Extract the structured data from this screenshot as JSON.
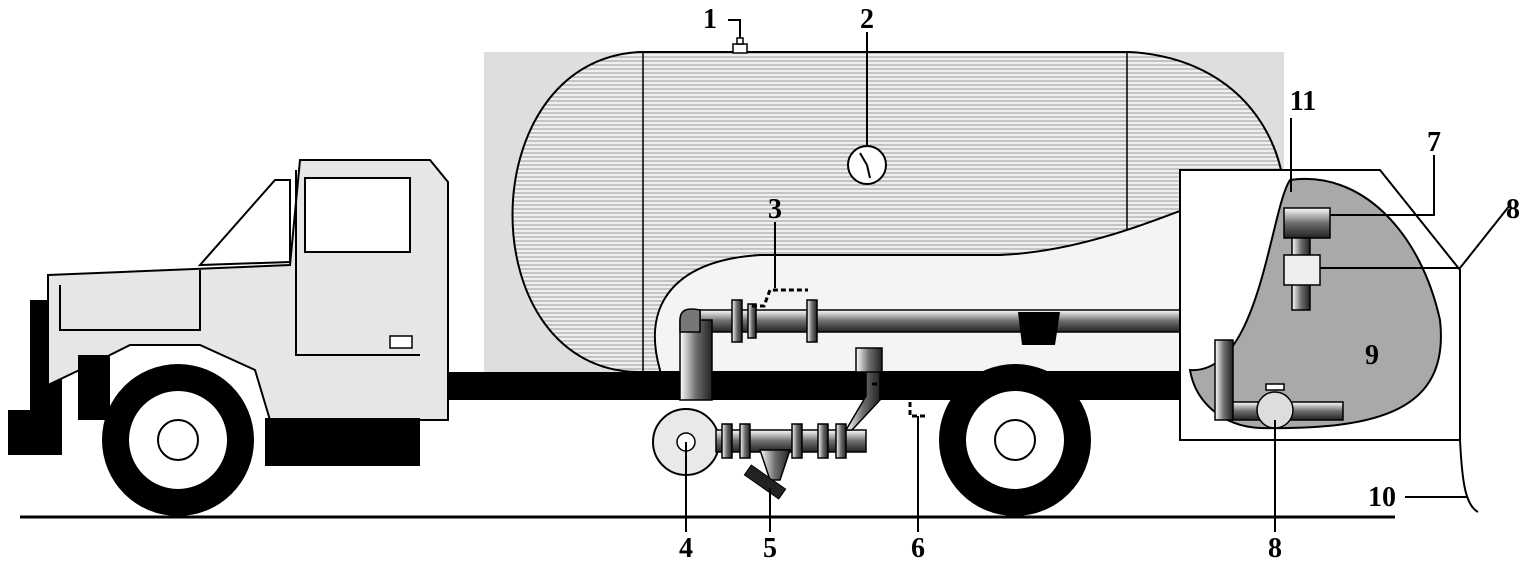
{
  "colors": {
    "background": "#ffffff",
    "tank_shade": "#dcdcdc",
    "cab_body": "#e6e6e6",
    "cabinet_fill": "#a9a9a9",
    "pipe": "#8c8c8c",
    "outline": "#000000"
  },
  "callouts": [
    {
      "id": "c1",
      "label": "1"
    },
    {
      "id": "c2",
      "label": "2"
    },
    {
      "id": "c3",
      "label": "3"
    },
    {
      "id": "c4",
      "label": "4"
    },
    {
      "id": "c5",
      "label": "5"
    },
    {
      "id": "c6",
      "label": "6"
    },
    {
      "id": "c7",
      "label": "7"
    },
    {
      "id": "c8a",
      "label": "8"
    },
    {
      "id": "c8b",
      "label": "8"
    },
    {
      "id": "c9",
      "label": "9"
    },
    {
      "id": "c10",
      "label": "10"
    },
    {
      "id": "c11",
      "label": "11"
    }
  ],
  "icons": {
    "truck": "truck-icon",
    "tank": "tank-icon",
    "gauge": "gauge-icon",
    "pump": "pump-icon",
    "strainer": "strainer-icon",
    "valve": "valve-icon",
    "nozzle": "hose-nozzle-icon"
  }
}
